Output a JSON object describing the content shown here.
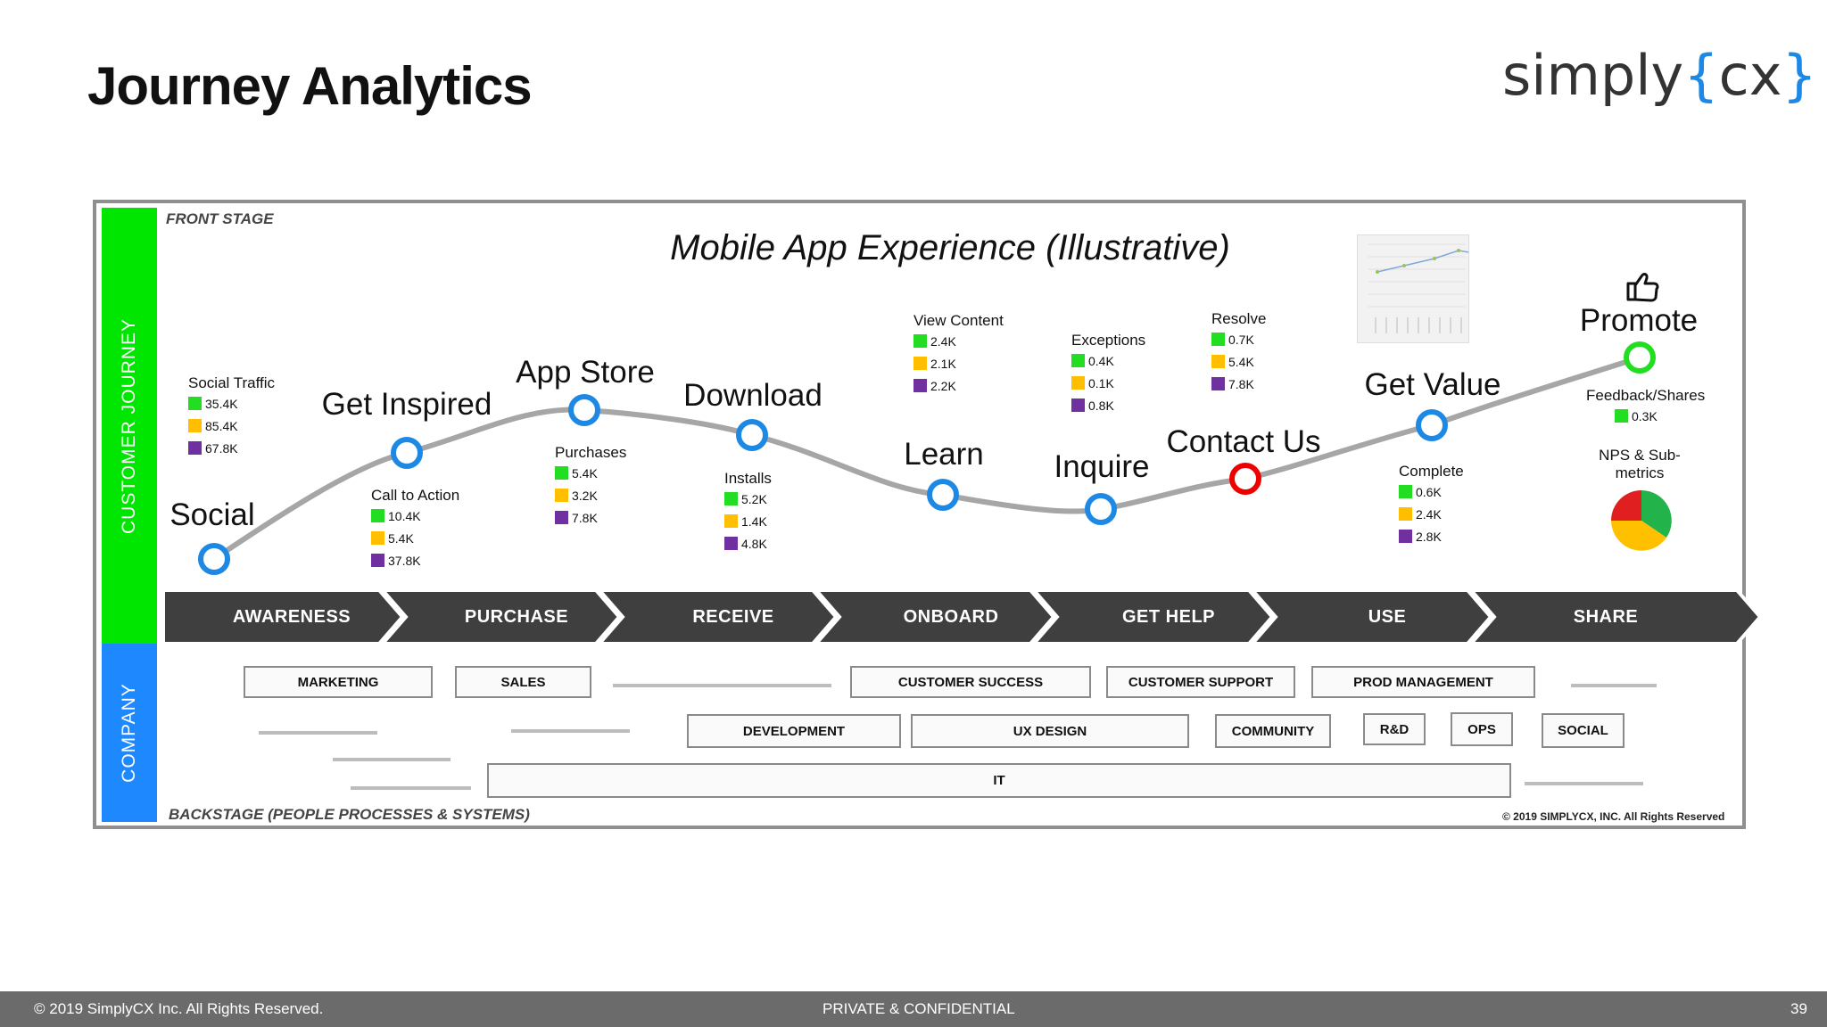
{
  "page": {
    "title": "Journey Analytics",
    "slide_number": "39"
  },
  "logo": {
    "text_main": "simply",
    "bracket_open": "{",
    "text_cx": "cx",
    "bracket_close": "}"
  },
  "frame": {
    "front_stage": "FRONT STAGE",
    "backstage": "BACKSTAGE  (PEOPLE PROCESSES & SYSTEMS)",
    "customer_journey_label": "CUSTOMER JOURNEY",
    "company_label": "COMPANY",
    "diagram_title": "Mobile App Experience (Illustrative)",
    "copyright": "© 2019 SIMPLYCX, INC. All Rights Reserved"
  },
  "colors": {
    "green": "#22dd22",
    "yellow": "#ffbf00",
    "purple": "#7030a0",
    "node_blue": "#1e88e5",
    "node_red": "#ee0000",
    "node_green": "#22dd22",
    "curve": "#a6a6a6",
    "arrow_bar": "#3f3f3f"
  },
  "stages": [
    {
      "name": "Social",
      "node": "blue"
    },
    {
      "name": "Get Inspired",
      "node": "blue"
    },
    {
      "name": "App Store",
      "node": "blue"
    },
    {
      "name": "Download",
      "node": "blue"
    },
    {
      "name": "Learn",
      "node": "blue"
    },
    {
      "name": "Inquire",
      "node": "blue"
    },
    {
      "name": "Contact Us",
      "node": "red"
    },
    {
      "name": "Get Value",
      "node": "blue"
    },
    {
      "name": "Promote",
      "node": "green",
      "icon": "thumbs-up-icon"
    }
  ],
  "metrics": [
    {
      "title": "Social Traffic",
      "values": [
        "35.4K",
        "85.4K",
        "67.8K"
      ]
    },
    {
      "title": "Call to Action",
      "values": [
        "10.4K",
        "5.4K",
        "37.8K"
      ]
    },
    {
      "title": "Purchases",
      "values": [
        "5.4K",
        "3.2K",
        "7.8K"
      ]
    },
    {
      "title": "Installs",
      "values": [
        "5.2K",
        "1.4K",
        "4.8K"
      ]
    },
    {
      "title": "View Content",
      "values": [
        "2.4K",
        "2.1K",
        "2.2K"
      ]
    },
    {
      "title": "Exceptions",
      "values": [
        "0.4K",
        "0.1K",
        "0.8K"
      ]
    },
    {
      "title": "Resolve",
      "values": [
        "0.7K",
        "5.4K",
        "7.8K"
      ]
    },
    {
      "title": "Complete",
      "values": [
        "0.6K",
        "2.4K",
        "2.8K"
      ]
    },
    {
      "title": "Feedback/Shares",
      "values": [
        "0.3K"
      ]
    }
  ],
  "nps": {
    "title": "NPS & Sub-metrics",
    "title_line1": "NPS & Sub-",
    "title_line2": "metrics"
  },
  "phases": [
    "AWARENESS",
    "PURCHASE",
    "RECEIVE",
    "ONBOARD",
    "GET HELP",
    "USE",
    "SHARE"
  ],
  "departments": {
    "marketing": "MARKETING",
    "sales": "SALES",
    "customer_success": "CUSTOMER SUCCESS",
    "customer_support": "CUSTOMER SUPPORT",
    "prod_management": "PROD MANAGEMENT",
    "development": "DEVELOPMENT",
    "ux_design": "UX DESIGN",
    "community": "COMMUNITY",
    "rnd": "R&D",
    "ops": "OPS",
    "social": "SOCIAL",
    "it": "IT"
  },
  "footer": {
    "left": "© 2019 SimplyCX Inc. All Rights Reserved.",
    "center": "PRIVATE & CONFIDENTIAL",
    "right": "39"
  }
}
